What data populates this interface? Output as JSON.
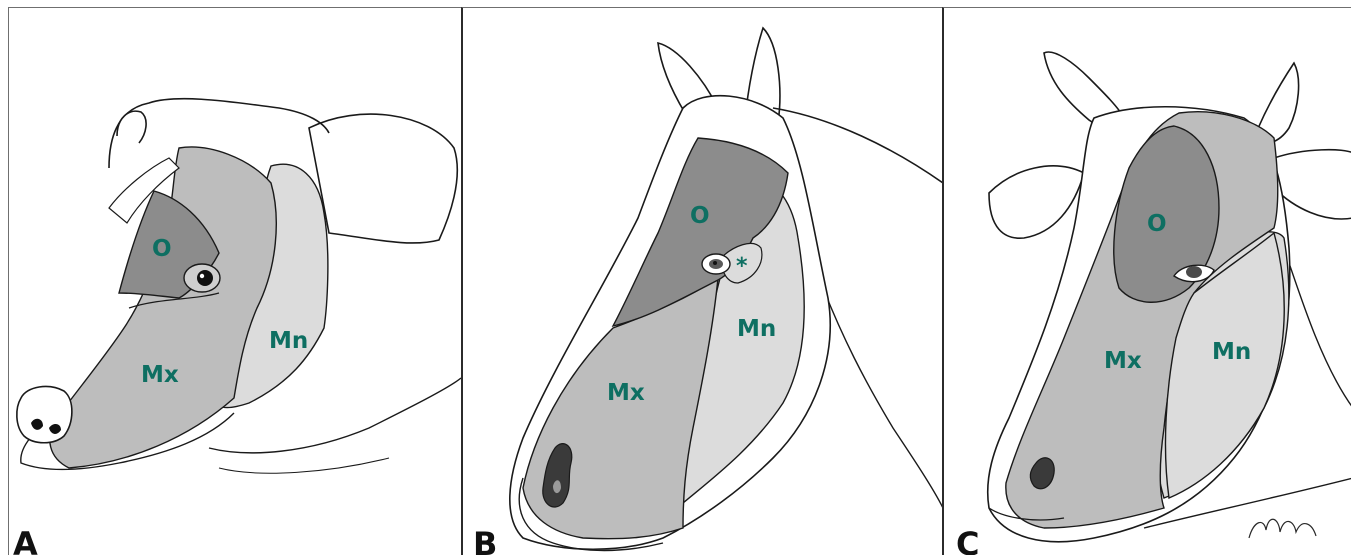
{
  "panels": [
    {
      "letter": "A",
      "labels": {
        "ophthalmic": "O",
        "maxillary": "Mx",
        "mandibular": "Mn"
      }
    },
    {
      "letter": "B",
      "labels": {
        "ophthalmic": "O",
        "maxillary": "Mx",
        "mandibular": "Mn"
      },
      "marker": "*"
    },
    {
      "letter": "C",
      "labels": {
        "ophthalmic": "O",
        "maxillary": "Mx",
        "mandibular": "Mn"
      }
    }
  ],
  "colors": {
    "ophthalmic_fill": "#8c8c8c",
    "maxillary_fill": "#bdbdbd",
    "mandibular_fill": "#dcdcdc",
    "label_color": "#0e6f62",
    "outline": "#1a1a1a"
  }
}
